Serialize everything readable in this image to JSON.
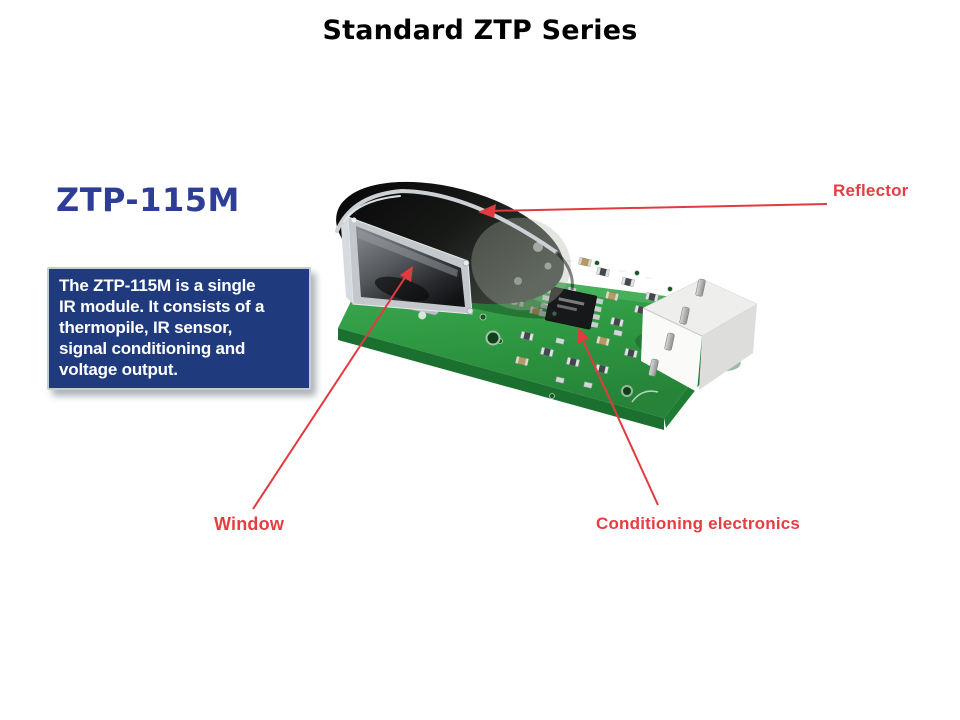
{
  "slide": {
    "title": "Standard ZTP Series"
  },
  "product": {
    "name": "ZTP-115M",
    "description_lines": [
      "The ZTP-115M is a single",
      "IR module. It consists of a",
      "thermopile, IR sensor,",
      "signal conditioning and",
      "voltage output."
    ]
  },
  "callouts": {
    "reflector": "Reflector",
    "window": "Window",
    "conditioning_electronics": "Conditioning electronics"
  },
  "colors": {
    "title_text": "#000000",
    "product_name_text": "#2e3d96",
    "infobox_background": "#1f3a7d",
    "infobox_text": "#ffffff",
    "callout_red": "#e33e42",
    "pcb_green": "#2f9b43"
  }
}
